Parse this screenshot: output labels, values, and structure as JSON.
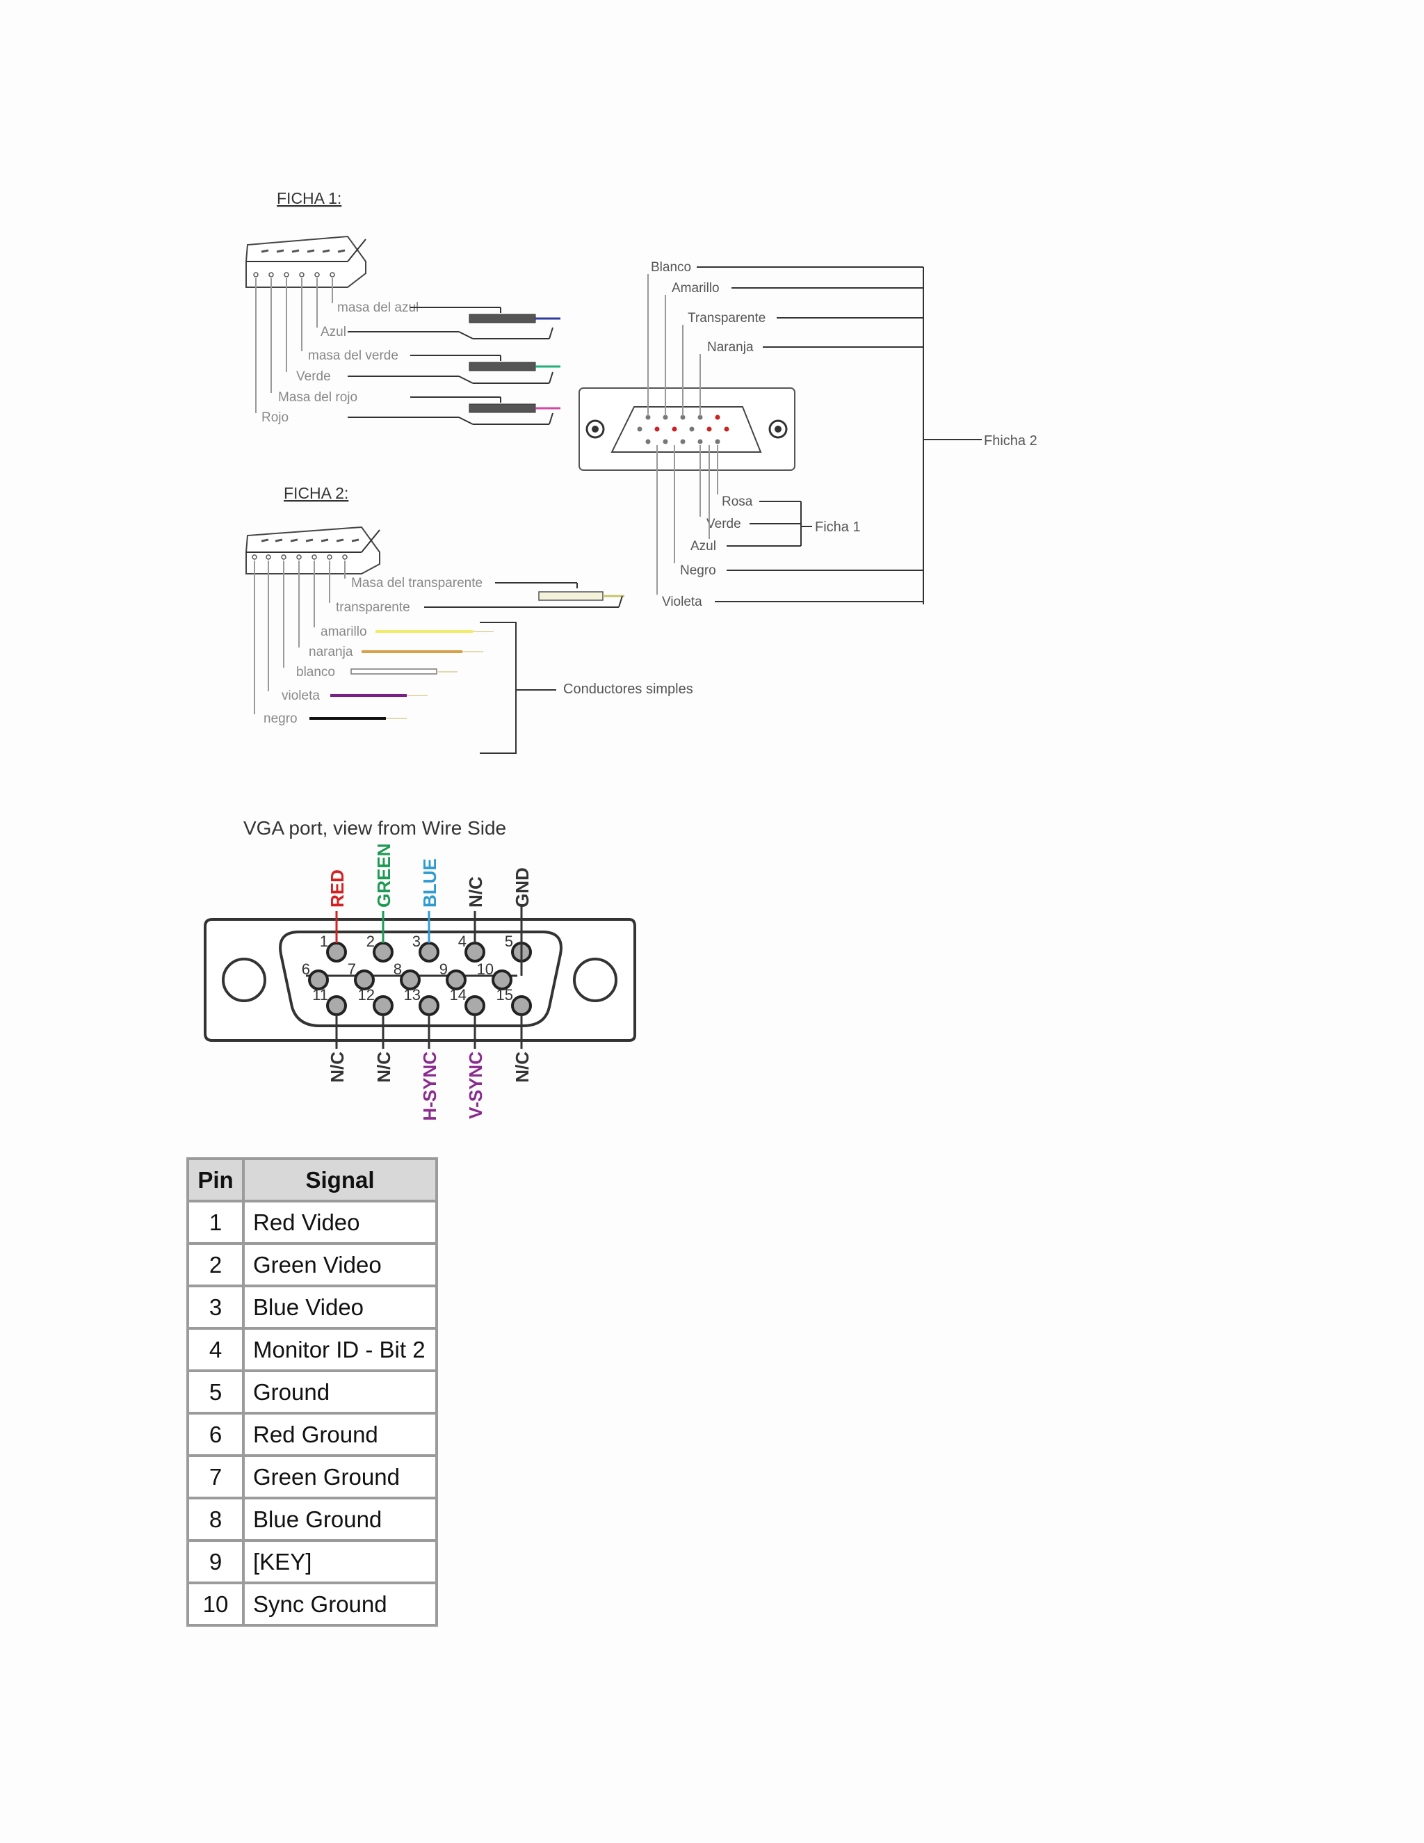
{
  "ficha1": {
    "title": "FICHA 1:",
    "wires": [
      "masa del azul",
      "Azul",
      "masa del verde",
      "Verde",
      "Masa del rojo",
      "Rojo"
    ]
  },
  "ficha2": {
    "title": "FICHA 2:",
    "wires": [
      "Masa del transparente",
      "transparente",
      "amarillo",
      "naranja",
      "blanco",
      "violeta",
      "negro"
    ],
    "group_label": "Conductores simples"
  },
  "db15": {
    "top_labels": [
      "Blanco",
      "Amarillo",
      "Transparente",
      "Naranja"
    ],
    "bottom_labels": [
      "Rosa",
      "Verde",
      "Azul",
      "Negro",
      "Violeta"
    ],
    "group_ficha1": "Ficha 1",
    "group_ficha2": "Fhicha 2"
  },
  "vga": {
    "title": "VGA port, view from Wire Side",
    "top_signals": [
      {
        "label": "RED",
        "color": "#d42020"
      },
      {
        "label": "GREEN",
        "color": "#1f9a55"
      },
      {
        "label": "BLUE",
        "color": "#2f9bd0"
      },
      {
        "label": "N/C",
        "color": "#333333"
      },
      {
        "label": "GND",
        "color": "#333333"
      }
    ],
    "bottom_signals": [
      {
        "label": "N/C",
        "color": "#333333"
      },
      {
        "label": "N/C",
        "color": "#333333"
      },
      {
        "label": "H-SYNC",
        "color": "#8a2b8f"
      },
      {
        "label": "V-SYNC",
        "color": "#8a2b8f"
      },
      {
        "label": "N/C",
        "color": "#333333"
      }
    ],
    "pin_numbers": [
      "1",
      "2",
      "3",
      "4",
      "5",
      "6",
      "7",
      "8",
      "9",
      "10",
      "11",
      "12",
      "13",
      "14",
      "15"
    ]
  },
  "table": {
    "headers": [
      "Pin",
      "Signal"
    ],
    "rows": [
      [
        "1",
        "Red Video"
      ],
      [
        "2",
        "Green Video"
      ],
      [
        "3",
        "Blue Video"
      ],
      [
        "4",
        "Monitor ID - Bit 2"
      ],
      [
        "5",
        "Ground"
      ],
      [
        "6",
        "Red Ground"
      ],
      [
        "7",
        "Green Ground"
      ],
      [
        "8",
        "Blue Ground"
      ],
      [
        "9",
        "[KEY]"
      ],
      [
        "10",
        "Sync Ground"
      ]
    ]
  }
}
